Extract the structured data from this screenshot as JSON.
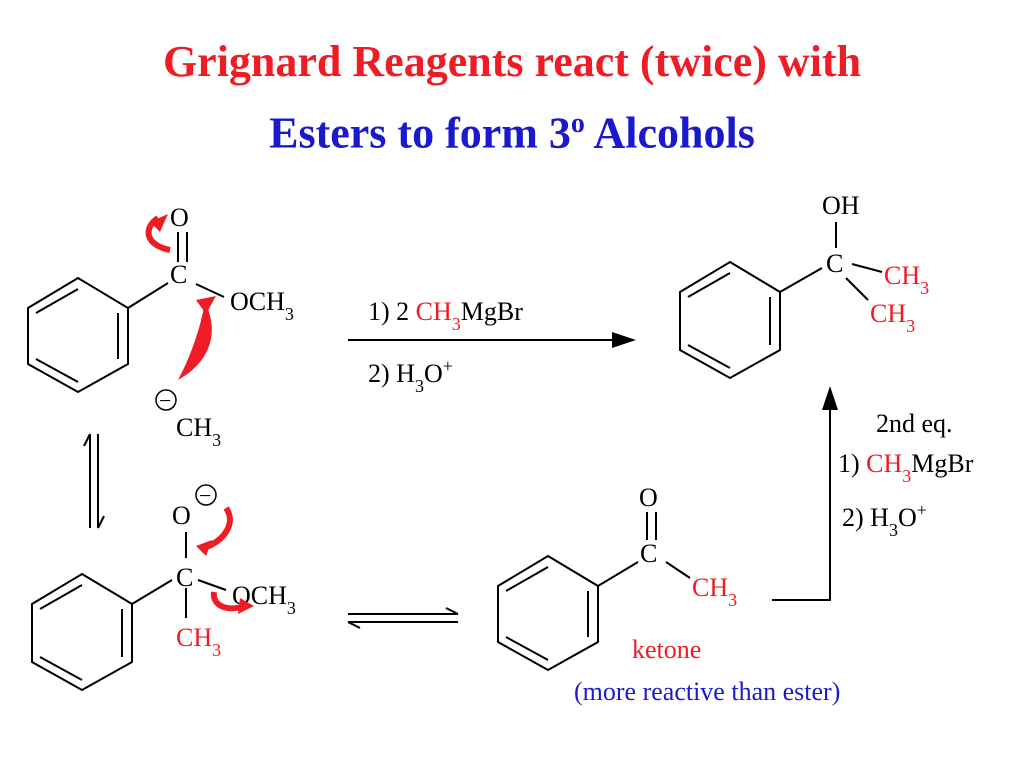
{
  "title": {
    "line1": "Grignard Reagents react (twice) with",
    "line2_part1": "Esters to form 3",
    "line2_sup": "o",
    "line2_part2": "Alcohols"
  },
  "colors": {
    "red": "#ee1c24",
    "blue": "#1a1acc",
    "black": "#000000"
  },
  "atoms": {
    "O": "O",
    "C": "C",
    "OH": "OH",
    "OCH": "OCH",
    "CH": "CH",
    "H": "H",
    "sub3": "3",
    "minus": "−"
  },
  "step1": {
    "num": "1) 2 ",
    "reagent": "CH",
    "sub": "3",
    "tail": "MgBr"
  },
  "step2": {
    "num": "2) H",
    "sub": "3",
    "O": "O",
    "sup": "+"
  },
  "second": {
    "label": "2nd eq.",
    "s1_num": "1) ",
    "s1_reagent": "CH",
    "s1_sub": "3",
    "s1_tail": "MgBr",
    "s2_num": "2) H",
    "s2_sub": "3",
    "s2_O": "O",
    "s2_sup": "+"
  },
  "ketone": {
    "label": "ketone",
    "note": "(more reactive than ester)"
  }
}
